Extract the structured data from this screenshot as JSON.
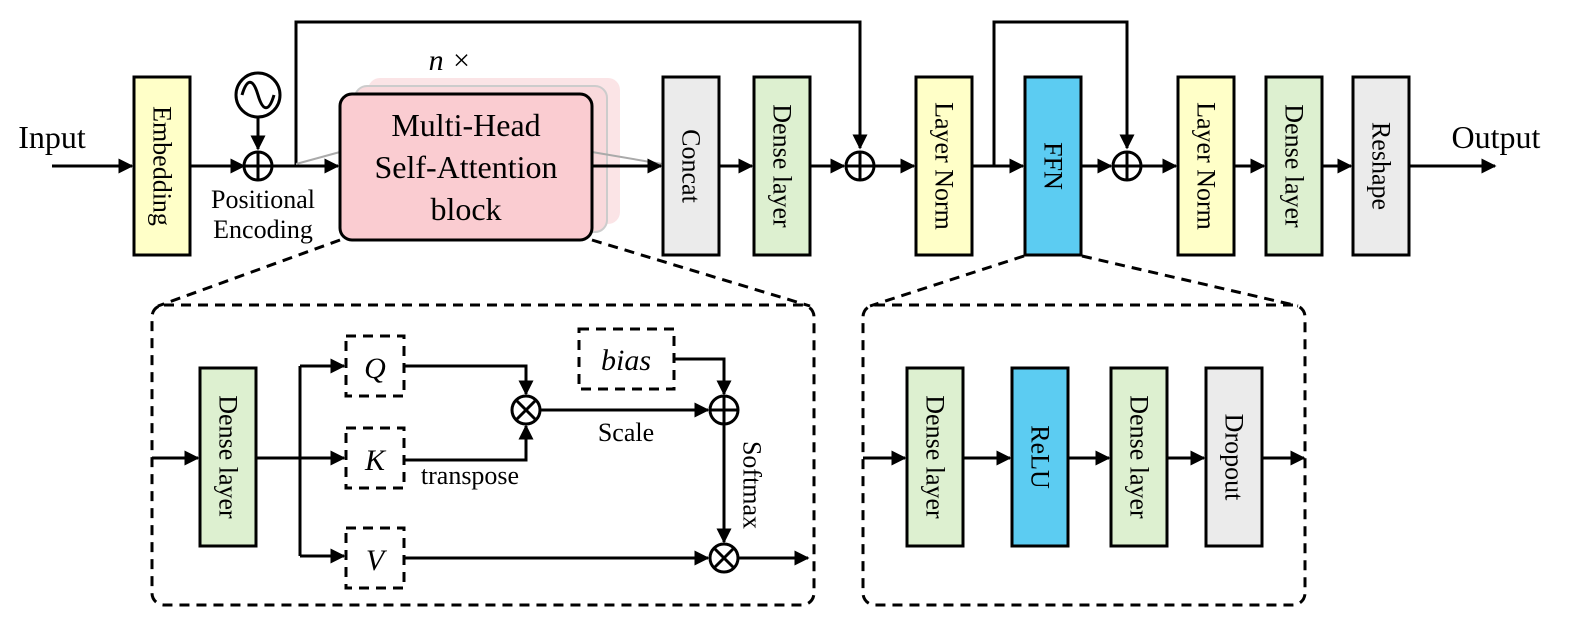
{
  "labels": {
    "input": "Input",
    "output": "Output",
    "embedding": "Embedding",
    "positional_encoding_line1": "Positional",
    "positional_encoding_line2": "Encoding",
    "repeat": "n ×",
    "mhsa_line1": "Multi-Head",
    "mhsa_line2": "Self-Attention",
    "mhsa_line3": "block",
    "concat": "Concat",
    "dense_layer": "Dense layer",
    "layer_norm": "Layer Norm",
    "ffn": "FFN",
    "reshape": "Reshape",
    "q": "Q",
    "k": "K",
    "v": "V",
    "bias": "bias",
    "transpose": "transpose",
    "scale": "Scale",
    "softmax": "Softmax",
    "relu": "ReLU",
    "dropout": "Dropout"
  },
  "colors": {
    "yellow": "#FFFFC8",
    "green": "#DDF0D0",
    "gray": "#EBEBEB",
    "pink": "#FACCD1",
    "cyan": "#5CCCF2",
    "attention_panel": "#FAF1F2",
    "ffn_panel": "#D6F1FB"
  },
  "icons": {
    "add": "circle-plus-icon",
    "multiply": "circle-times-icon",
    "sine": "sine-wave-icon"
  }
}
